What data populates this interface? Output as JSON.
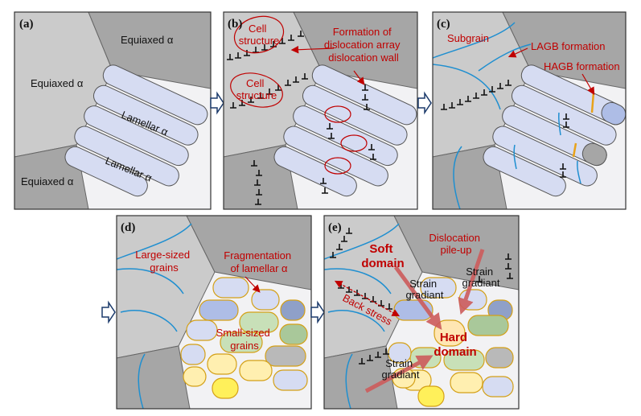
{
  "panels": {
    "a": {
      "label": "(a)",
      "equiaxed_top": "Equiaxed α",
      "equiaxed_left": "Equiaxed α",
      "equiaxed_bottom": "Equiaxed α",
      "lamellar_1": "Lamellar α",
      "lamellar_2": "Lamellar α"
    },
    "b": {
      "label": "(b)",
      "cell_structure_1": [
        "Cell",
        "structure"
      ],
      "cell_structure_2": [
        "Cell",
        "structure"
      ],
      "formation_text": [
        "Formation of",
        "dislocation array",
        "dislocation wall"
      ]
    },
    "c": {
      "label": "(c)",
      "subgrain": "Subgrain",
      "lagb": "LAGB formation",
      "hagb": "HAGB formation"
    },
    "d": {
      "label": "(d)",
      "large_grains": [
        "Large-sized",
        "grains"
      ],
      "fragmentation": [
        "Fragmentation",
        "of lamellar α"
      ],
      "small_grains": [
        "Small-sized",
        "grains"
      ]
    },
    "e": {
      "label": "(e)",
      "soft_domain": [
        "Soft",
        "domain"
      ],
      "pileup": [
        "Dislocation",
        "pile-up"
      ],
      "strain_1": [
        "Strain",
        "gradiant"
      ],
      "strain_2": [
        "Strain",
        "gradiant"
      ],
      "strain_3": [
        "Strain",
        "gradiant"
      ],
      "back_stress": "Back stress",
      "hard_domain": [
        "Hard",
        "domain"
      ]
    }
  },
  "colors": {
    "dark_grain": "#a6a6a6",
    "mid_grain": "#cbcbcb",
    "light_grain": "#dcdcdc",
    "lamella": "#d6dcf2",
    "boundary_blue": "#1f8fd0",
    "annotation_red": "#c00000"
  }
}
